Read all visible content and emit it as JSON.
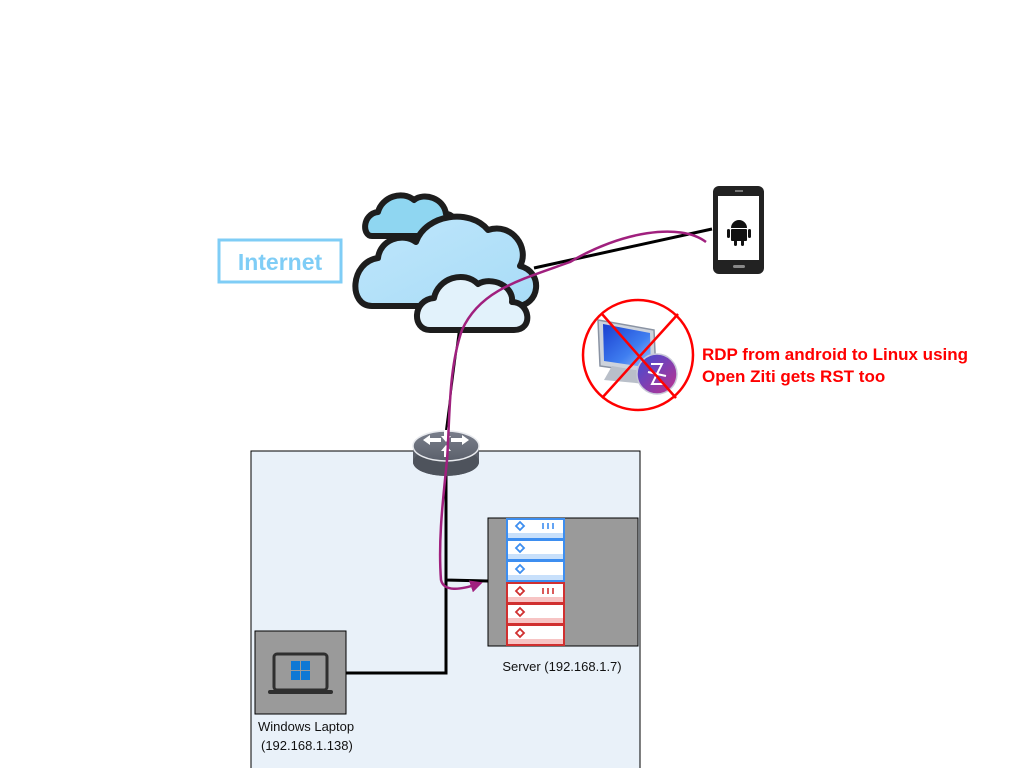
{
  "diagram": {
    "internet_label": "Internet",
    "note": {
      "line1": "RDP from android to Linux using",
      "line2": "Open Ziti gets RST too"
    },
    "server_label": "Server (192.168.1.7)",
    "laptop_label_line1": "Windows Laptop",
    "laptop_label_line2": "(192.168.1.138)",
    "nodes": [
      {
        "id": "internet-cloud",
        "icon": "cloud-icon"
      },
      {
        "id": "android-phone",
        "icon": "android-icon"
      },
      {
        "id": "router",
        "icon": "router-icon"
      },
      {
        "id": "server",
        "icon": "server-rack-icon"
      },
      {
        "id": "windows-laptop",
        "icon": "windows-laptop-icon"
      },
      {
        "id": "rdp-blocked",
        "icon": "rdp-prohibited-icon"
      }
    ],
    "links": [
      {
        "from": "android-phone",
        "to": "internet-cloud",
        "style": "solid-black"
      },
      {
        "from": "internet-cloud",
        "to": "router",
        "style": "solid-black"
      },
      {
        "from": "router",
        "to": "server",
        "style": "solid-black"
      },
      {
        "from": "windows-laptop",
        "to": "server",
        "style": "solid-black"
      },
      {
        "from": "android-phone",
        "to": "server",
        "style": "purple-curve-arrow",
        "meaning": "RDP path"
      }
    ],
    "colors": {
      "internet_box": "#7fcdf6",
      "note_text": "#ff0000",
      "path": "#a0207e",
      "lan_fill": "#e9f1f9",
      "device_bg": "#9a9a9a",
      "server_blue": "#3d8ef0",
      "server_red": "#d03030"
    }
  }
}
